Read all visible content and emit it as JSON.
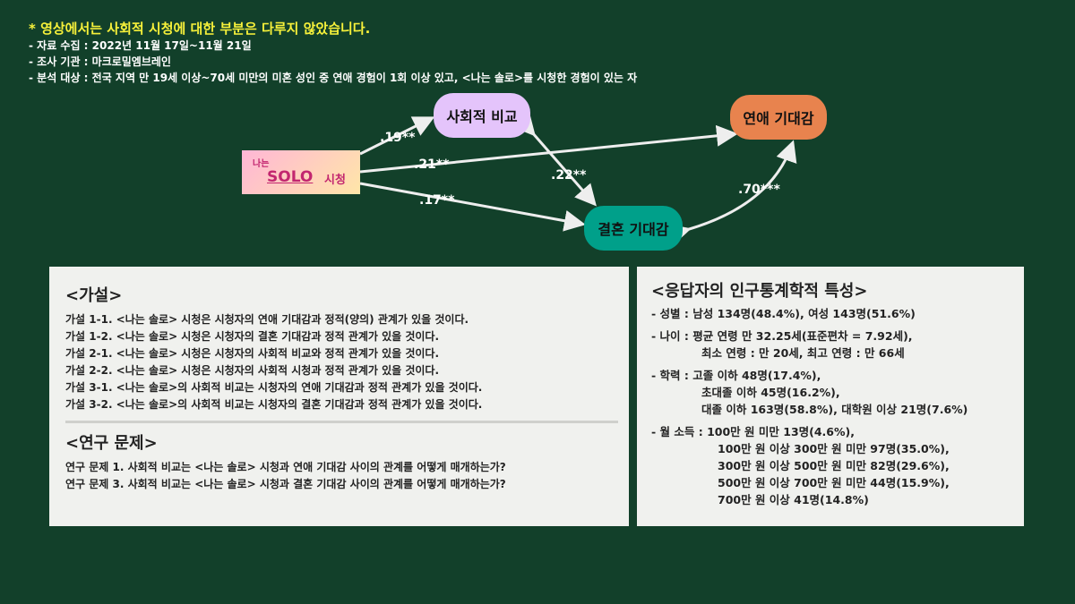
{
  "notes": {
    "warning": "* 영상에서는 사회적 시청에 대한 부분은 다루지 않았습니다.",
    "lines": [
      "- 자료 수집 : 2022년 11월 17일~11월 21일",
      "- 조사 기관 : 마크로밀엠브레인",
      "- 분석 대상 : 전국 지역 만 19세 이상~70세 미만의 미혼 성인 중 연애 경험이 1회 이상 있고, <나는 솔로>를 시청한 경험이 있는 자"
    ]
  },
  "diagram": {
    "solo": {
      "small": "나는",
      "big": "SOLO",
      "suffix": "시청"
    },
    "social": "사회적 비교",
    "love": "연애 기대감",
    "marriage": "결혼 기대감",
    "coefs": {
      "solo_social": ".19**",
      "solo_love": ".21**",
      "solo_marriage": ".17**",
      "social_marriage": ".22**",
      "marriage_love": ".70***"
    }
  },
  "hypotheses": {
    "title": "<가설>",
    "items": [
      "가설 1-1. <나는 솔로> 시청은 시청자의 연애 기대감과 정적(양의) 관계가 있을 것이다.",
      "가설 1-2. <나는 솔로> 시청은 시청자의 결혼 기대감과 정적 관계가 있을 것이다.",
      "가설 2-1. <나는 솔로> 시청은 시청자의 사회적 비교와 정적 관계가 있을 것이다.",
      "가설 2-2. <나는 솔로> 시청은 시청자의 사회적 시청과 정적 관계가 있을 것이다.",
      "가설 3-1. <나는 솔로>의 사회적 비교는 시청자의 연애 기대감과 정적 관계가 있을 것이다.",
      "가설 3-2. <나는 솔로>의 사회적 비교는 시청자의 결혼 기대감과 정적 관계가 있을 것이다."
    ],
    "research_title": "<연구 문제>",
    "research": [
      "연구 문제 1. 사회적 비교는 <나는 솔로> 시청과 연애 기대감 사이의 관계를 어떻게 매개하는가?",
      "연구 문제 3. 사회적 비교는 <나는 솔로> 시청과 결혼 기대감 사이의 관계를 어떻게 매개하는가?"
    ]
  },
  "respondents": {
    "title": "<응답자의 인구통계학적 특성>",
    "gender": "- 성별 : 남성 134명(48.4%), 여성 143명(51.6%)",
    "age": [
      "- 나이 : 평균 연령 만 32.25세(표준편차 = 7.92세),",
      "최소 연령 : 만 20세, 최고 연령 : 만 66세"
    ],
    "education": [
      "- 학력 : 고졸 이하 48명(17.4%),",
      "초대졸 이하 45명(16.2%),",
      "대졸 이하 163명(58.8%), 대학원 이상 21명(7.6%)"
    ],
    "income": [
      "- 월 소득 : 100만 원 미만 13명(4.6%),",
      "100만 원 이상 300만 원 미만 97명(35.0%),",
      "300만 원 이상 500만 원 미만 82명(29.6%),",
      "500만 원 이상 700만 원 미만 44명(15.9%),",
      "700만 원 이상 41명(14.8%)"
    ]
  }
}
